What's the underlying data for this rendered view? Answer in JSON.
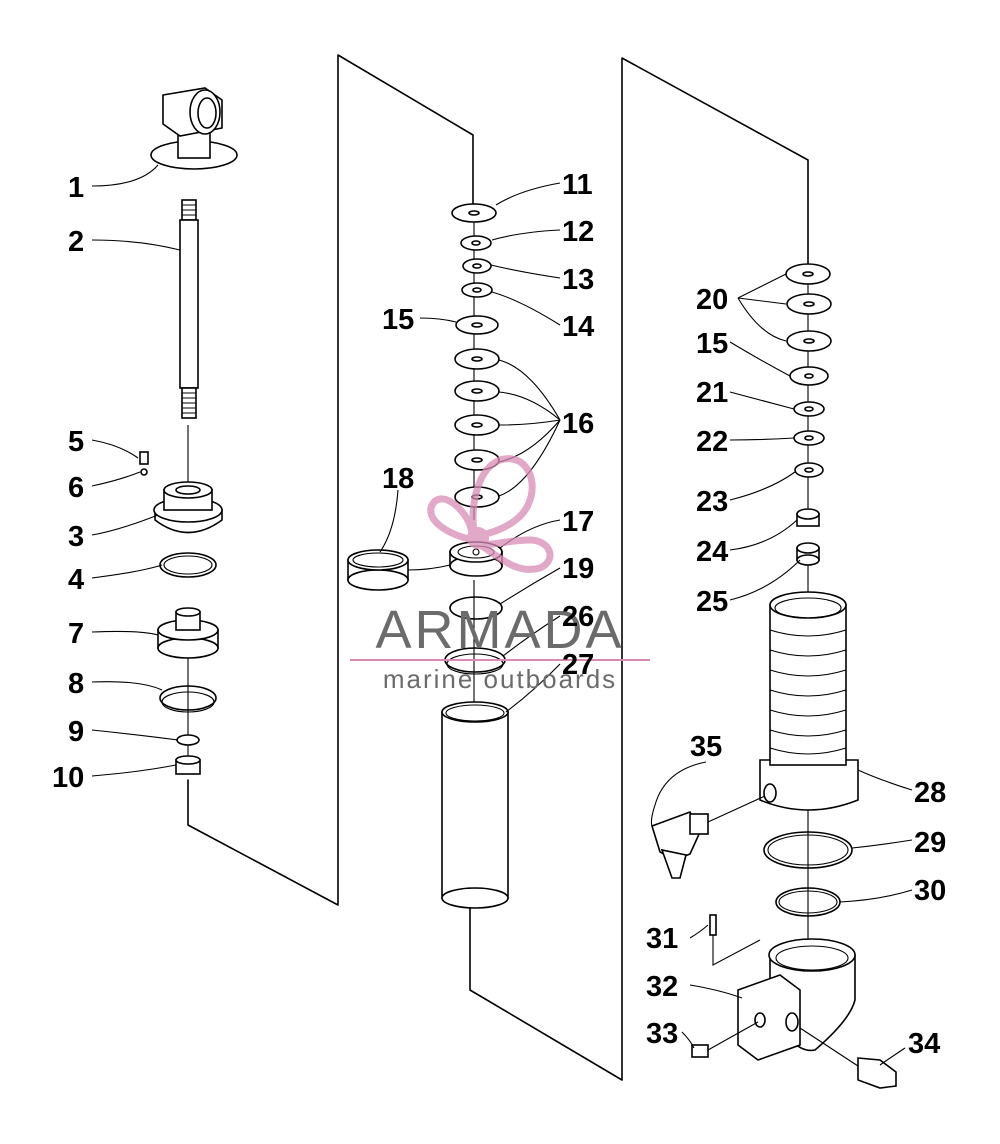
{
  "watermark": {
    "brand": "ARMADA",
    "tagline": "marine outboards",
    "logo_color": "#d98bb5",
    "text_color": "#6b6b6b"
  },
  "callouts": [
    {
      "id": "c1",
      "label": "1"
    },
    {
      "id": "c2",
      "label": "2"
    },
    {
      "id": "c3",
      "label": "3"
    },
    {
      "id": "c4",
      "label": "4"
    },
    {
      "id": "c5",
      "label": "5"
    },
    {
      "id": "c6",
      "label": "6"
    },
    {
      "id": "c7",
      "label": "7"
    },
    {
      "id": "c8",
      "label": "8"
    },
    {
      "id": "c9",
      "label": "9"
    },
    {
      "id": "c10",
      "label": "10"
    },
    {
      "id": "c11",
      "label": "11"
    },
    {
      "id": "c12",
      "label": "12"
    },
    {
      "id": "c13",
      "label": "13"
    },
    {
      "id": "c14",
      "label": "14"
    },
    {
      "id": "c15a",
      "label": "15"
    },
    {
      "id": "c16",
      "label": "16"
    },
    {
      "id": "c17",
      "label": "17"
    },
    {
      "id": "c18",
      "label": "18"
    },
    {
      "id": "c19",
      "label": "19"
    },
    {
      "id": "c26",
      "label": "26"
    },
    {
      "id": "c27",
      "label": "27"
    },
    {
      "id": "c20",
      "label": "20"
    },
    {
      "id": "c15b",
      "label": "15"
    },
    {
      "id": "c21",
      "label": "21"
    },
    {
      "id": "c22",
      "label": "22"
    },
    {
      "id": "c23",
      "label": "23"
    },
    {
      "id": "c24",
      "label": "24"
    },
    {
      "id": "c25",
      "label": "25"
    },
    {
      "id": "c28",
      "label": "28"
    },
    {
      "id": "c29",
      "label": "29"
    },
    {
      "id": "c30",
      "label": "30"
    },
    {
      "id": "c31",
      "label": "31"
    },
    {
      "id": "c32",
      "label": "32"
    },
    {
      "id": "c33",
      "label": "33"
    },
    {
      "id": "c34",
      "label": "34"
    },
    {
      "id": "c35",
      "label": "35"
    }
  ]
}
